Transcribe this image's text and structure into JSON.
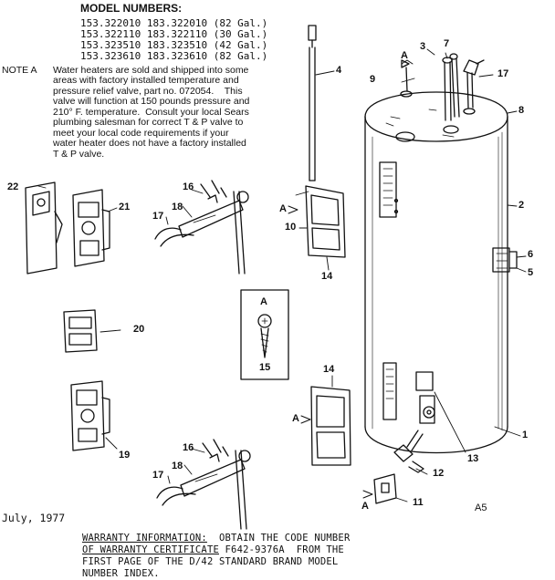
{
  "model_numbers": {
    "title": "MODEL NUMBERS:",
    "lines": [
      "153.322010 183.322010 (82 Gal.)",
      "153.322110 183.322110 (30 Gal.)",
      "153.323510 183.323510 (42 Gal.)",
      "153.323610 183.323610 (82 Gal.)"
    ]
  },
  "note": {
    "label": "NOTE A",
    "lines": [
      "Water heaters are sold and shipped into some",
      "areas with factory installed temperature and",
      "pressure relief valve, part no. 072054.    This",
      "valve will function at 150 pounds pressure and",
      "210° F. temperature.  Consult your local Sears",
      "plumbing salesman for correct T & P valve to",
      "meet your local code requirements if your",
      "water heater does not have a factory installed",
      "T & P valve."
    ]
  },
  "part_labels": {
    "p1": "1",
    "p2": "2",
    "p3": "3",
    "p4": "4",
    "p5": "5",
    "p6": "6",
    "p7": "7",
    "p8": "8",
    "p9": "9",
    "p10": "10",
    "p11": "11",
    "p12": "12",
    "p13": "13",
    "p14a": "14",
    "p14b": "14",
    "p15": "15",
    "p16a": "16",
    "p16b": "16",
    "p17a": "17",
    "p17b": "17",
    "p17c": "17",
    "p18a": "18",
    "p18b": "18",
    "p19": "19",
    "p20": "20",
    "p21": "21",
    "p22": "22"
  },
  "a_markers": {
    "top": "A",
    "door_upper": "A",
    "door_lower": "A",
    "cover11": "A",
    "screw_box": "A"
  },
  "date": "July, 1977",
  "page_code": "A5",
  "warranty": {
    "heading": "WARRANTY INFORMATION:",
    "line1_rest": "  OBTAIN THE CODE NUMBER",
    "line2_underlined": "OF WARRANTY CERTIFICATE",
    "line2_rest": " F642-9376A  FROM THE",
    "line3": "FIRST PAGE OF THE D/42 STANDARD BRAND MODEL",
    "line4": "NUMBER INDEX."
  }
}
